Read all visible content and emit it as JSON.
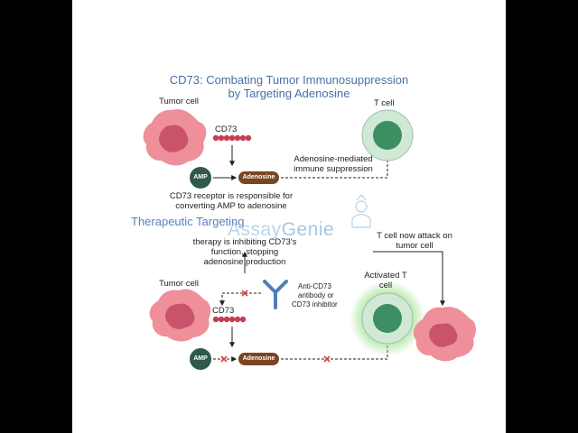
{
  "title": {
    "line1": "CD73: Combating Tumor Immunosuppression",
    "line2": "by Targeting Adenosine"
  },
  "top": {
    "tumor_cell_label": "Tumor cell",
    "cd73_label": "CD73",
    "amp_label": "AMP",
    "adenosine_label": "Adenosine",
    "t_cell_label": "T cell",
    "suppression_line1": "Adenosine-mediated",
    "suppression_line2": "immune suppression",
    "caption_line1": "CD73 receptor is responsible for",
    "caption_line2": "converting AMP to adenosine"
  },
  "section2": {
    "heading": "Therapeutic Targeting",
    "watermark_part1": "Assay",
    "watermark_part2": "Genie",
    "therapy_line1": "therapy is inhibiting CD73's",
    "therapy_line2": "function, stopping",
    "therapy_line3": "adenosine production",
    "t_cell_attack_line1": "T cell now attack on",
    "t_cell_attack_line2": "tumor cell",
    "activated_line1": "Activated T",
    "activated_line2": "cell",
    "antibody_line1": "Anti-CD73",
    "antibody_line2": "antibody or",
    "antibody_line3": "CD73 inhibitor",
    "tumor_cell_label": "Tumor cell",
    "cd73_label": "CD73",
    "amp_label": "AMP",
    "adenosine_label": "Adenosine"
  },
  "colors": {
    "title": "#4a6fa5",
    "tumor": "#ee8f9a",
    "tumor_nucleus": "#c9536a",
    "cd73": "#c33e52",
    "amp": "#2f5949",
    "adenosine": "#7a4521",
    "t_cell": "#cfe9d6",
    "t_cell_nucleus": "#3c8f62",
    "antibody": "#4d7fbe",
    "inhibit_x": "#d9453f"
  }
}
